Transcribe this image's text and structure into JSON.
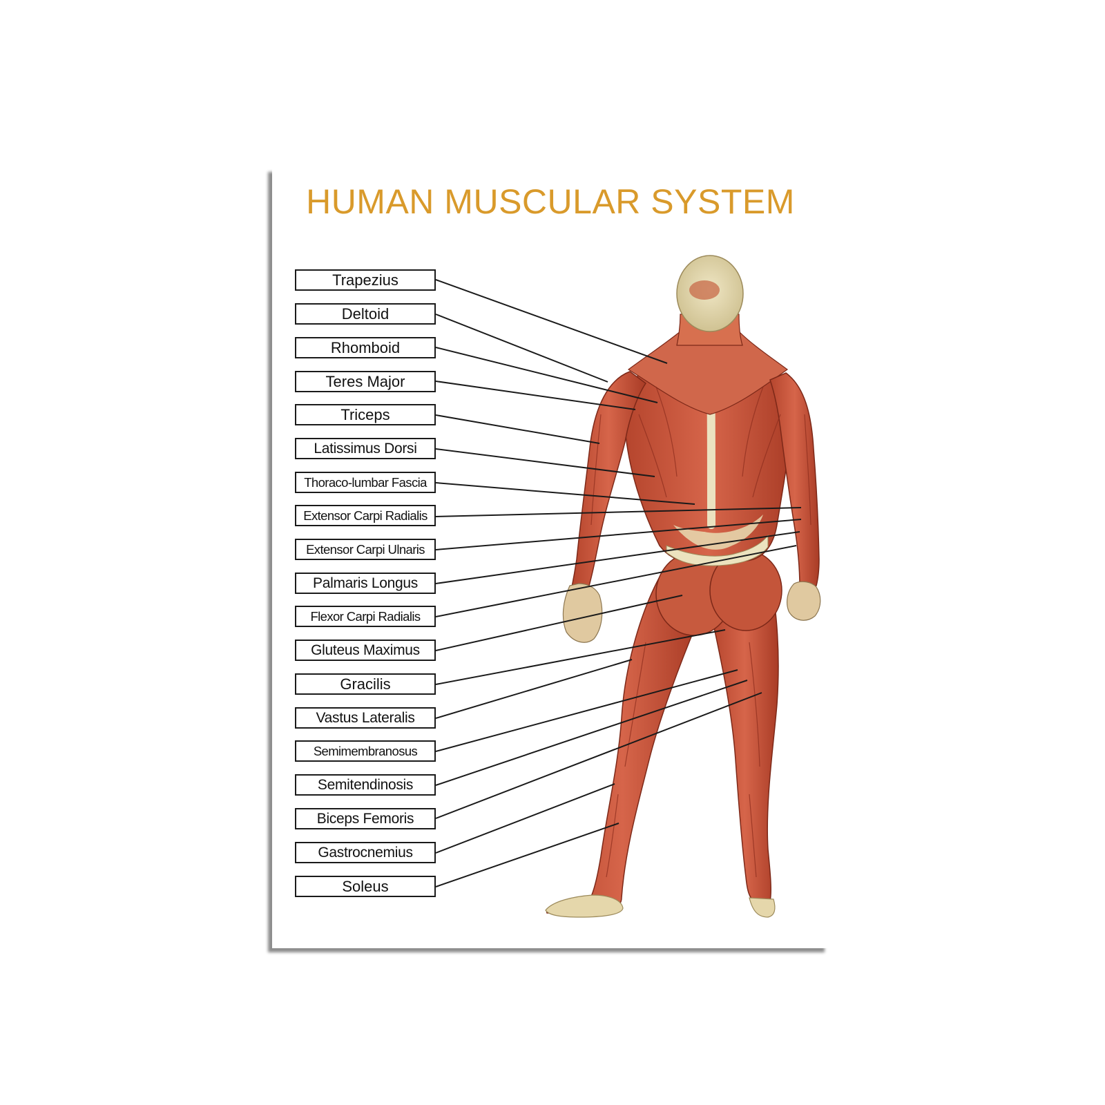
{
  "poster": {
    "title": "HUMAN MUSCULAR SYSTEM",
    "title_color": "#d99a2b"
  },
  "labels": [
    "Trapezius",
    "Deltoid",
    "Rhomboid",
    "Teres Major",
    "Triceps",
    "Latissimus Dorsi",
    "Thoraco-lumbar Fascia",
    "Extensor Carpi Radialis",
    "Extensor Carpi Ulnaris",
    "Palmaris Longus",
    "Flexor Carpi Radialis",
    "Gluteus Maximus",
    "Gracilis",
    "Vastus Lateralis",
    "Semimembranosus",
    "Semitendinosis",
    "Biceps Femoris",
    "Gastrocnemius",
    "Soleus"
  ],
  "colors": {
    "muscle": "#c4553a",
    "muscle_dark": "#8e2e1e",
    "tendon": "#e9e0b8",
    "leader_line": "#1a1a1a"
  }
}
